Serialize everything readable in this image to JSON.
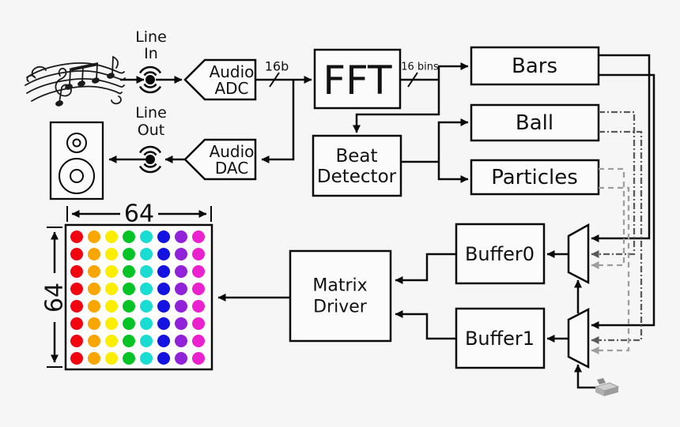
{
  "background_color": "#f6f6f6",
  "line_color": "#0a0a0a",
  "accent_colors": {
    "dash_dot_gray": "#5a5a5a",
    "dashed_gray": "#9e9e9e"
  },
  "source": {
    "line_in_label_1": "Line",
    "line_in_label_2": "In",
    "adc_label_1": "Audio",
    "adc_label_2": "ADC",
    "adc_bus_label": "16b"
  },
  "playback": {
    "line_out_label_1": "Line",
    "line_out_label_2": "Out",
    "dac_label_1": "Audio",
    "dac_label_2": "DAC"
  },
  "dsp": {
    "fft_label": "FFT",
    "fft_bus_label": "16 bins",
    "beat_label_1": "Beat",
    "beat_label_2": "Detector"
  },
  "visualizers": {
    "bars_label": "Bars",
    "ball_label": "Ball",
    "particles_label": "Particles"
  },
  "buffers": {
    "buffer0_label": "Buffer0",
    "buffer1_label": "Buffer1"
  },
  "matrix_driver": {
    "label_1": "Matrix",
    "label_2": "Driver"
  },
  "led_matrix": {
    "width_label": "64",
    "height_label": "64",
    "rows": 8,
    "cols": 8,
    "column_colors": [
      "#f10510",
      "#f9a600",
      "#fcee00",
      "#06c426",
      "#19dcd2",
      "#1413e2",
      "#9221da",
      "#eb20cf"
    ]
  }
}
